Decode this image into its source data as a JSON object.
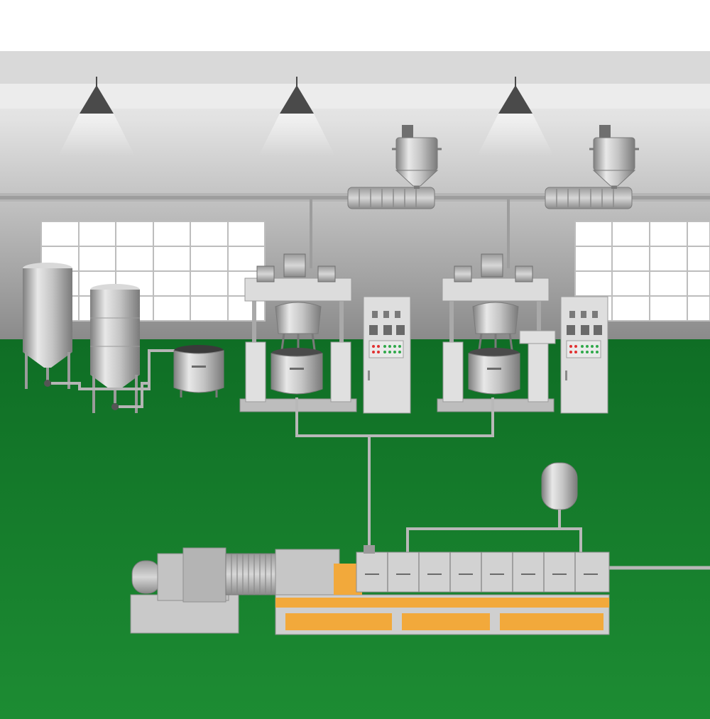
{
  "scene": {
    "type": "industrial-production-line-illustration",
    "colors": {
      "floor": "#167a2c",
      "floor_light": "#1f8f35",
      "wall_top": "#f4f4f4",
      "wall_bottom": "#8e8e8e",
      "steel": "#c9c9c9",
      "steel_dark": "#8c8c8c",
      "machine": "#cfcfcf",
      "heater": "#f2a93b",
      "lamp": "#4a4a4a",
      "indicator_red": "#e03030",
      "indicator_green": "#2fa84a",
      "window": "#ffffff"
    },
    "lamps": 3,
    "windows": 2,
    "storage_tanks": 2,
    "hoppers": 2,
    "mixers": 2,
    "control_cabinets": 2,
    "extruder_barrel_zones": 8
  }
}
